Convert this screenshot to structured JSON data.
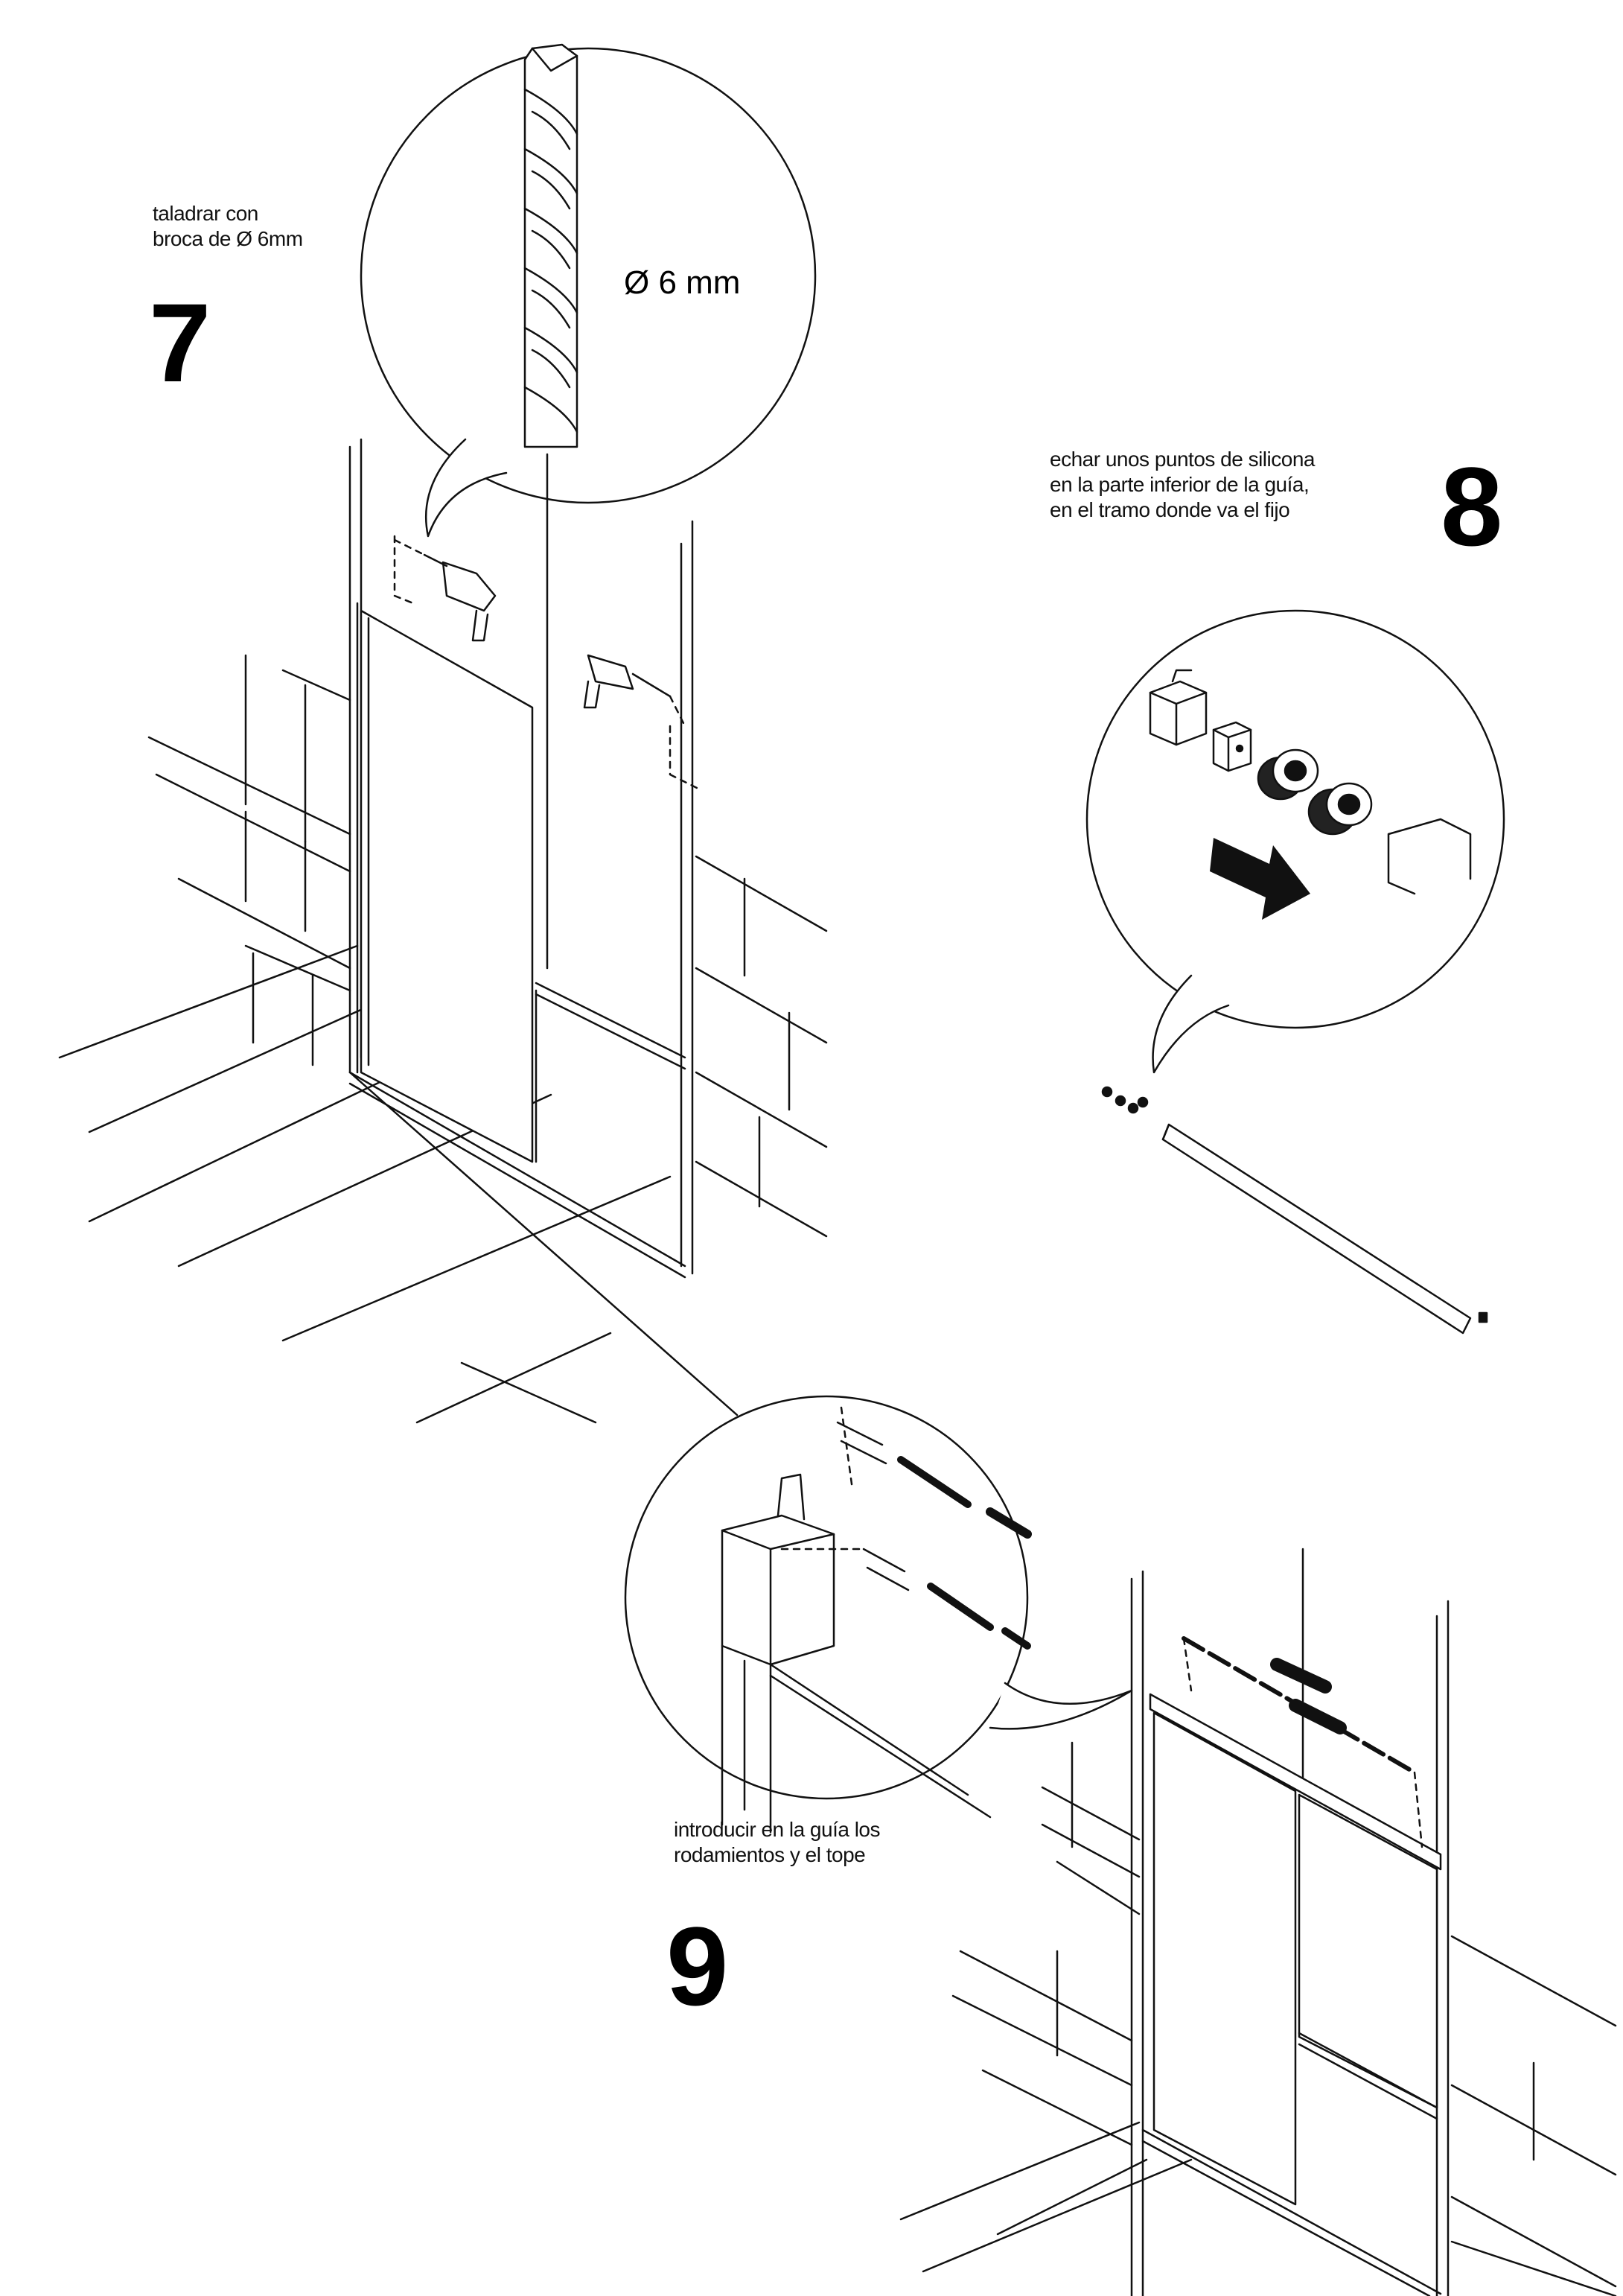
{
  "steps": [
    {
      "number": "7",
      "caption": [
        "taladrar con",
        "broca de Ø 6mm"
      ],
      "detail_label": "Ø 6 mm"
    },
    {
      "number": "8",
      "caption": [
        "echar unos puntos de silicona",
        "en la parte inferior de la guía,",
        "en el tramo donde va el fijo"
      ]
    },
    {
      "number": "9",
      "caption": [
        "introducir en la guía los",
        "rodamientos y el tope"
      ]
    }
  ]
}
